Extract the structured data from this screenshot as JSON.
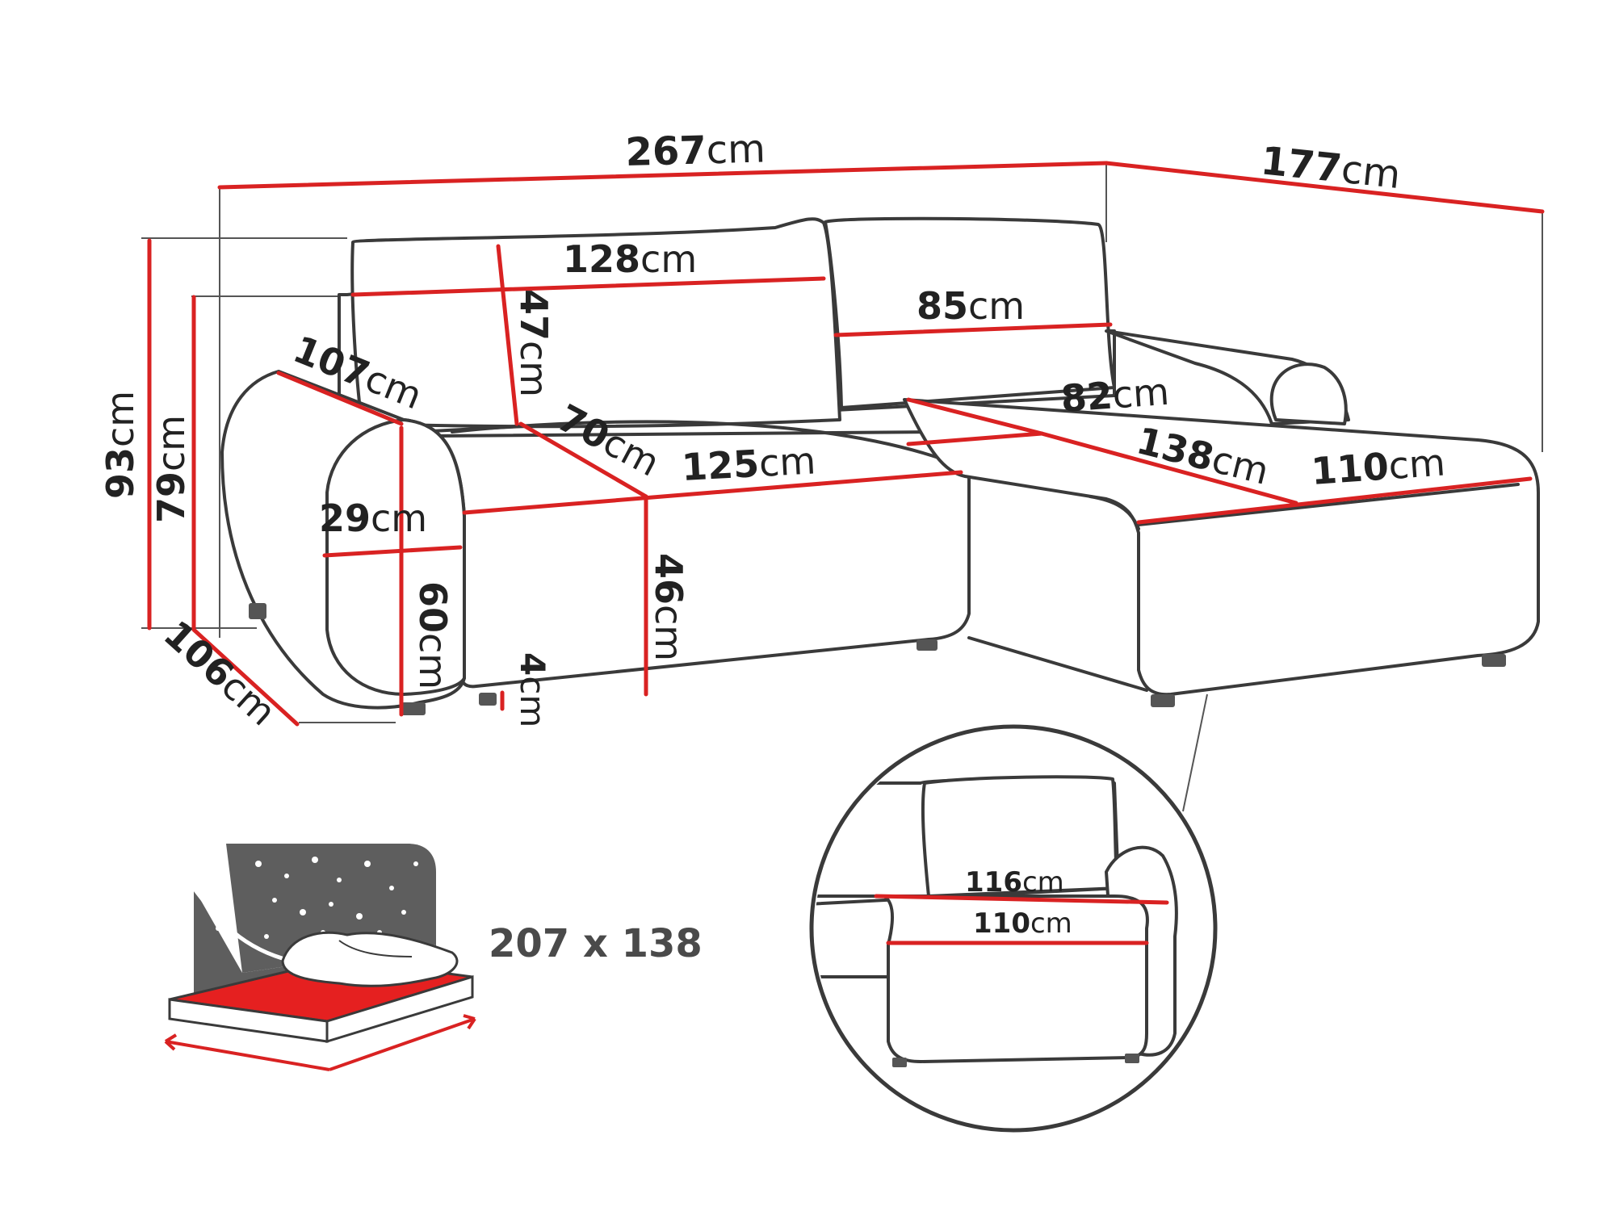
{
  "colors": {
    "dimension_line": "#d92222",
    "outline": "#3a3a3a",
    "text": "#222222",
    "bed_fill": "#e52020",
    "night_panel": "#5e5e5e"
  },
  "unit": "cm",
  "dimensions": {
    "total_width": "267",
    "chaise_depth": "177",
    "backrest_width": "128",
    "right_backrest_width": "85",
    "backrest_height": "47",
    "armrest_length": "107",
    "seat_depth": "70",
    "seat_width": "125",
    "chaise_inner_width": "82",
    "chaise_length": "138",
    "chaise_front_width": "110",
    "armrest_width": "29",
    "armrest_height": "60",
    "seat_height": "46",
    "leg_height": "4",
    "depth": "106",
    "height": "93",
    "back_height": "79"
  },
  "detail": {
    "upper": "116",
    "lower": "110"
  },
  "bed": {
    "label": "207 x 138",
    "icon": "sleeping-bed-icon"
  }
}
